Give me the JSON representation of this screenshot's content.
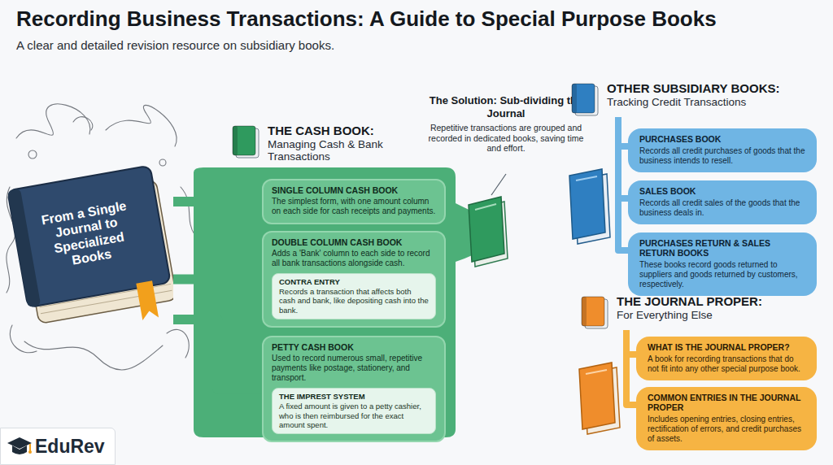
{
  "diagram": {
    "title": "Recording Business Transactions: A Guide to Special Purpose Books",
    "caption": "A clear and detailed revision resource on subsidiary books.",
    "nodes": [
      {
        "text": [
          "From a Single Journal to Specialized Books"
        ]
      },
      {
        "text": [
          "THE CASH BOOK:",
          "Managing Cash & Bank Transactions"
        ]
      },
      {
        "text": [
          "SINGLE COLUMN CASH BOOK",
          "The simplest form, with one amount column on each side for cash receipts and payments."
        ]
      },
      {
        "text": [
          "DOUBLE COLUMN CASH BOOK",
          "Adds a 'Bank' column to each side to record all bank transactions alongside cash."
        ]
      },
      {
        "text": [
          "CONTRA ENTRY",
          "Records a transaction that affects both cash and bank, like depositing cash into the bank."
        ],
        "in": 3
      },
      {
        "text": [
          "PETTY CASH BOOK",
          "Used to record numerous small, repetitive payments like postage, stationery, and transport."
        ]
      },
      {
        "text": [
          "THE IMPREST SYSTEM",
          "A fixed amount is given to a petty cashier, who is then reimbursed for the exact amount spent."
        ],
        "in": 5
      },
      {
        "text": [
          "The Solution: Sub-dividing the Journal",
          "Repetitive transactions are grouped and recorded in dedicated books, saving time and effort."
        ]
      },
      {
        "text": [
          "OTHER SUBSIDIARY BOOKS:",
          "Tracking Credit Transactions"
        ]
      },
      {
        "text": [
          "PURCHASES BOOK",
          "Records all credit purchases of goods that the business intends to resell."
        ]
      },
      {
        "text": [
          "SALES BOOK",
          "Records all credit sales of the goods that the business deals in."
        ]
      },
      {
        "text": [
          "PURCHASES RETURN & SALES RETURN BOOKS",
          "These books record goods returned to suppliers and goods returned by customers, respectively."
        ]
      },
      {
        "text": [
          "THE JOURNAL PROPER:",
          "For Everything Else"
        ]
      },
      {
        "text": [
          "WHAT IS THE JOURNAL PROPER?",
          "A book for recording transactions that do not fit into any other special purpose book."
        ]
      },
      {
        "text": [
          "COMMON ENTRIES IN THE JOURNAL PROPER",
          "Includes opening entries, closing entries, rectification of errors, and credit purchases of assets."
        ]
      }
    ],
    "edges": [
      {
        "from": 0,
        "to": 2,
        "arrow": "none"
      },
      {
        "from": 0,
        "to": 3,
        "arrow": "none"
      },
      {
        "from": 0,
        "to": 5,
        "arrow": "none"
      },
      {
        "from": 8,
        "to": 9,
        "arrow": "none"
      },
      {
        "from": 8,
        "to": 10,
        "arrow": "none"
      },
      {
        "from": 8,
        "to": 11,
        "arrow": "none"
      },
      {
        "from": 12,
        "to": 13,
        "arrow": "none"
      },
      {
        "from": 12,
        "to": 14,
        "arrow": "none"
      }
    ],
    "labels": [
      "EduRev"
    ]
  }
}
